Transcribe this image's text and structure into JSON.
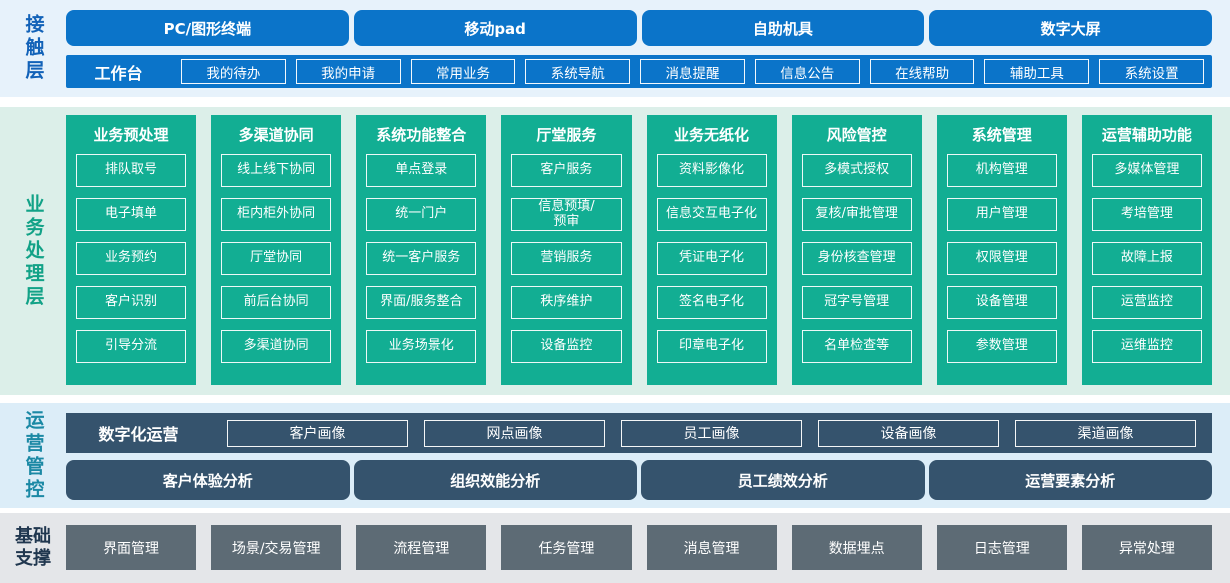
{
  "colors": {
    "primary_blue": "#0b74c9",
    "teal_green": "#12ae93",
    "slate_blue": "#35536d",
    "gray_box": "#5d6b75",
    "band_contact_bg": "#e7f2fb",
    "band_business_bg": "#dcefe9",
    "band_ops_bg": "#dcedf8",
    "band_foundation_bg": "#e4e6e9"
  },
  "layers": {
    "contact": {
      "label": "接触层",
      "terminals": [
        "PC/图形终端",
        "移动pad",
        "自助机具",
        "数字大屏"
      ],
      "workbench_label": "工作台",
      "workbench_items": [
        "我的待办",
        "我的申请",
        "常用业务",
        "系统导航",
        "消息提醒",
        "信息公告",
        "在线帮助",
        "辅助工具",
        "系统设置"
      ]
    },
    "business": {
      "label": "业务处理层",
      "columns": [
        {
          "title": "业务预处理",
          "items": [
            "排队取号",
            "电子填单",
            "业务预约",
            "客户识别",
            "引导分流"
          ]
        },
        {
          "title": "多渠道协同",
          "items": [
            "线上线下协同",
            "柜内柜外协同",
            "厅堂协同",
            "前后台协同",
            "多渠道协同"
          ]
        },
        {
          "title": "系统功能整合",
          "items": [
            "单点登录",
            "统一门户",
            "统一客户服务",
            "界面/服务整合",
            "业务场景化"
          ]
        },
        {
          "title": "厅堂服务",
          "items": [
            "客户服务",
            "信息预填/\n预审",
            "营销服务",
            "秩序维护",
            "设备监控"
          ]
        },
        {
          "title": "业务无纸化",
          "items": [
            "资料影像化",
            "信息交互电子化",
            "凭证电子化",
            "签名电子化",
            "印章电子化"
          ]
        },
        {
          "title": "风险管控",
          "items": [
            "多模式授权",
            "复核/审批管理",
            "身份核查管理",
            "冠字号管理",
            "名单检查等"
          ]
        },
        {
          "title": "系统管理",
          "items": [
            "机构管理",
            "用户管理",
            "权限管理",
            "设备管理",
            "参数管理"
          ]
        },
        {
          "title": "运营辅助功能",
          "items": [
            "多媒体管理",
            "考培管理",
            "故障上报",
            "运营监控",
            "运维监控"
          ]
        }
      ]
    },
    "operations": {
      "label": "运营管控",
      "digital_ops_label": "数字化运营",
      "profiles": [
        "客户画像",
        "网点画像",
        "员工画像",
        "设备画像",
        "渠道画像"
      ],
      "analyses": [
        "客户体验分析",
        "组织效能分析",
        "员工绩效分析",
        "运营要素分析"
      ]
    },
    "foundation": {
      "label": "基础\n支撑",
      "items": [
        "界面管理",
        "场景/交易管理",
        "流程管理",
        "任务管理",
        "消息管理",
        "数据埋点",
        "日志管理",
        "异常处理"
      ]
    }
  }
}
